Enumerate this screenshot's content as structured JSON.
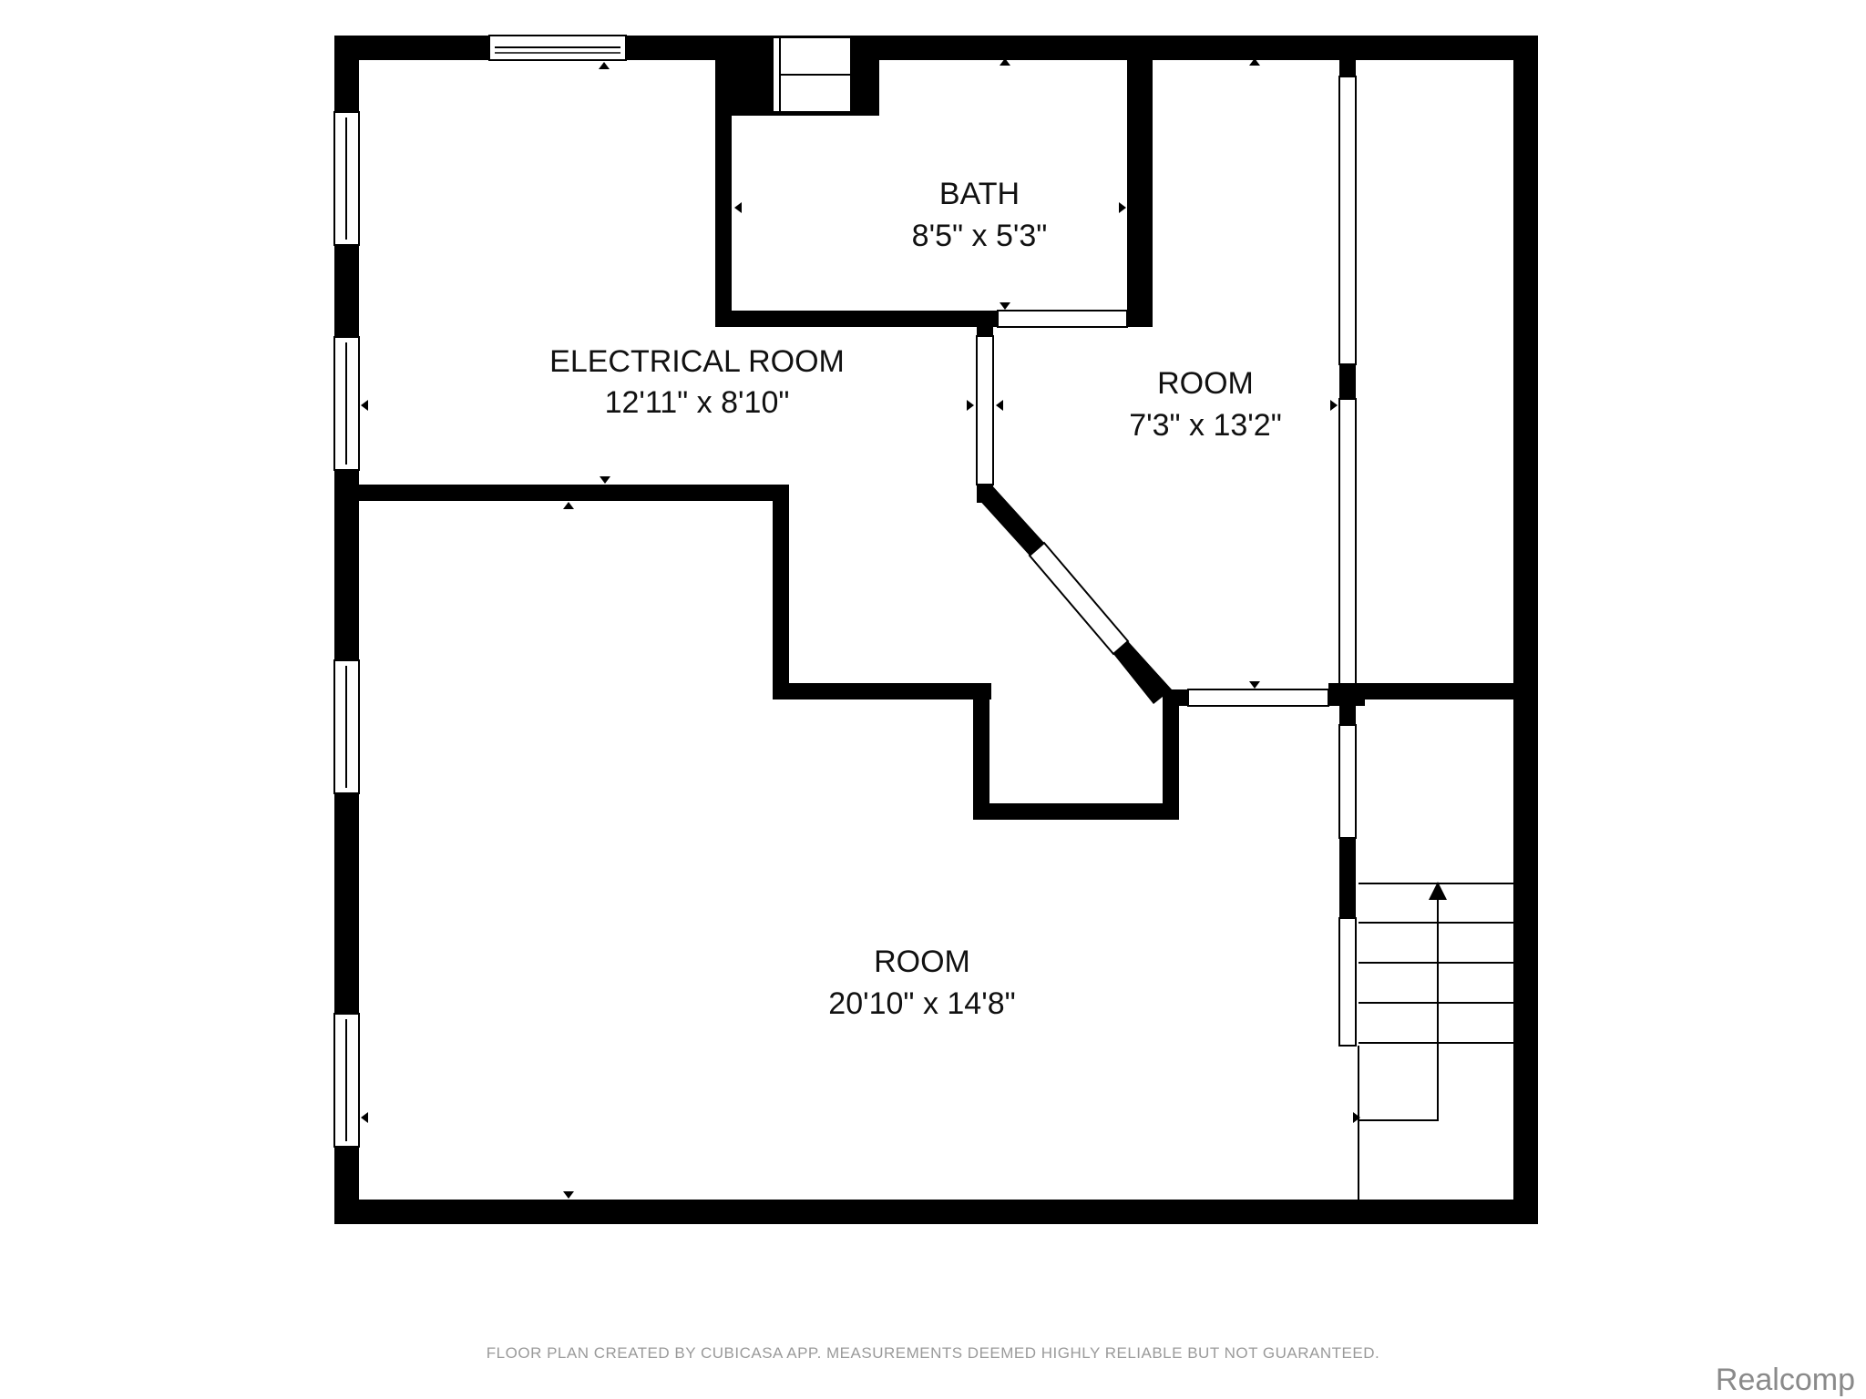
{
  "rooms": {
    "electrical": {
      "name": "ELECTRICAL ROOM",
      "dims": "12'11\" x 8'10\""
    },
    "bath": {
      "name": "BATH",
      "dims": "8'5\" x 5'3\""
    },
    "room_small": {
      "name": "ROOM",
      "dims": "7'3\" x 13'2\""
    },
    "room_large": {
      "name": "ROOM",
      "dims": "20'10\" x 14'8\""
    }
  },
  "footer": {
    "note": "FLOOR PLAN CREATED BY CUBICASA APP. MEASUREMENTS DEEMED HIGHLY RELIABLE BUT NOT GUARANTEED.",
    "watermark": "Realcomp"
  },
  "colors": {
    "wall": "#000000",
    "background": "#ffffff",
    "note": "#9a9a9a"
  }
}
